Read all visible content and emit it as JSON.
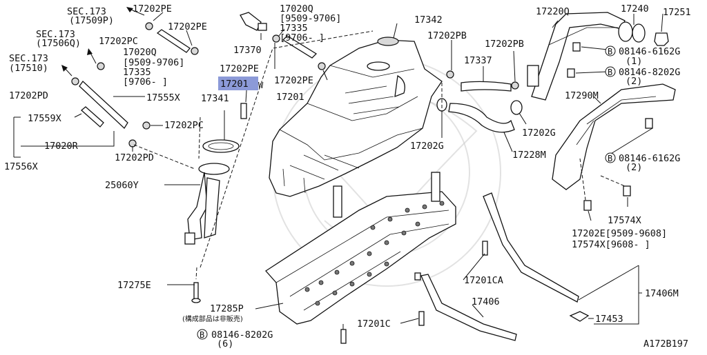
{
  "diagram_id": "A172B197",
  "note": "(構成部品は非販売)",
  "highlight_color": "#8c9ad8",
  "callouts": {
    "sec173_a": "SEC.173",
    "sec173_a_ref": "(17509P)",
    "sec173_b": "SEC.173",
    "sec173_b_ref": "(17506Q)",
    "sec173_c": "SEC.173",
    "sec173_c_ref": "(17510)",
    "p17202PE_a": "17202PE",
    "p17202PE_b": "17202PE",
    "p17202PE_c": "17202PE",
    "p17202PE_d": "17202PE",
    "p17202PC_a": "17202PC",
    "p17202PC_b": "17202PC",
    "p17020Q_a": "17020Q",
    "p17020Q_a_r1": "[9509-9706]",
    "p17335_a": "17335",
    "p17335_a_r2": "[9706-   ]",
    "p17020Q_b": "17020Q",
    "p17020Q_b_r1": "[9509-9706]",
    "p17335_b": "17335",
    "p17335_b_r2": "[9706-   ]",
    "p17370": "17370",
    "p17202PD_a": "17202PD",
    "p17202PD_b": "17202PD",
    "p17555X": "17555X",
    "p17559X": "17559X",
    "p17020R": "17020R",
    "p17556X": "17556X",
    "p17201W_code": "17201",
    "p17201W_suffix": "W",
    "p17341": "17341",
    "p17201": "17201",
    "p17342": "17342",
    "p17202PB_a": "17202PB",
    "p17202PB_b": "17202PB",
    "p17337": "17337",
    "p17220Q": "17220Q",
    "p17240": "17240",
    "p17251": "17251",
    "b08146_6162G_a": "08146-6162G",
    "b08146_6162G_a_qty": "(1)",
    "b08146_8202G_a": "08146-8202G",
    "b08146_8202G_a_qty": "(2)",
    "p17290M": "17290M",
    "b08146_6162G_b": "08146-6162G",
    "b08146_6162G_b_qty": "(2)",
    "p17202G_a": "17202G",
    "p17202G_b": "17202G",
    "p17228M": "17228M",
    "p25060Y": "25060Y",
    "p17574X": "17574X",
    "p17202E": "17202E[9509-9608]",
    "p17574X_r": "17574X[9608-    ]",
    "p17275E": "17275E",
    "p17285P": "17285P",
    "p17201CA": "17201CA",
    "p17406": "17406",
    "p17406M": "17406M",
    "p17201C": "17201C",
    "p17453": "17453",
    "b08146_8202G_b": "08146-8202G",
    "b08146_8202G_b_qty": "(6)",
    "bolt_symbol": "B"
  }
}
